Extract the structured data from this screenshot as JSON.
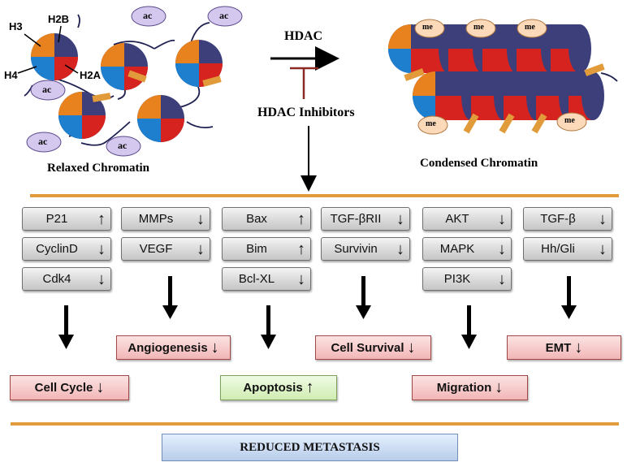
{
  "histone_labels": {
    "h3": "H3",
    "h2b": "H2B",
    "h4": "H4",
    "h2a": "H2A"
  },
  "acetyl_tag": "ac",
  "methyl_tag": "me",
  "relaxed_label": "Relaxed Chromatin",
  "condensed_label": "Condensed Chromatin",
  "hdac_label": "HDAC",
  "inhibitor_label": "HDAC Inhibitors",
  "colors": {
    "orange": "#e8821e",
    "blue": "#1f7fcf",
    "red": "#d6231f",
    "navy": "#3d3f7a",
    "bar": "#e29b3a",
    "ac_fill": "#d5c8ee",
    "me_fill": "#fbd9b9"
  },
  "columns": [
    {
      "items": [
        {
          "label": "P21",
          "arrow": "↑"
        },
        {
          "label": "CyclinD",
          "arrow": "↓"
        },
        {
          "label": "Cdk4",
          "arrow": "↓"
        }
      ]
    },
    {
      "items": [
        {
          "label": "MMPs",
          "arrow": "↓"
        },
        {
          "label": "VEGF",
          "arrow": "↓"
        }
      ]
    },
    {
      "items": [
        {
          "label": "Bax",
          "arrow": "↑"
        },
        {
          "label": "Bim",
          "arrow": "↑"
        },
        {
          "label": "Bcl-XL",
          "arrow": "↓"
        }
      ]
    },
    {
      "items": [
        {
          "label": "TGF-βRII",
          "arrow": "↓"
        },
        {
          "label": "Survivin",
          "arrow": "↓"
        }
      ]
    },
    {
      "items": [
        {
          "label": "AKT",
          "arrow": "↓"
        },
        {
          "label": "MAPK",
          "arrow": "↓"
        },
        {
          "label": "PI3K",
          "arrow": "↓"
        }
      ]
    },
    {
      "items": [
        {
          "label": "TGF-β",
          "arrow": "↓"
        },
        {
          "label": "Hh/Gli",
          "arrow": "↓"
        }
      ]
    }
  ],
  "outcomes": {
    "angiogenesis": {
      "label": "Angiogenesis",
      "arrow": "↓"
    },
    "cell_survival": {
      "label": "Cell Survival",
      "arrow": "↓"
    },
    "emt": {
      "label": "EMT",
      "arrow": "↓"
    },
    "cell_cycle": {
      "label": "Cell Cycle",
      "arrow": "↓"
    },
    "apoptosis": {
      "label": "Apoptosis",
      "arrow": "↑"
    },
    "migration": {
      "label": "Migration",
      "arrow": "↓"
    }
  },
  "final_label": "REDUCED METASTASIS"
}
